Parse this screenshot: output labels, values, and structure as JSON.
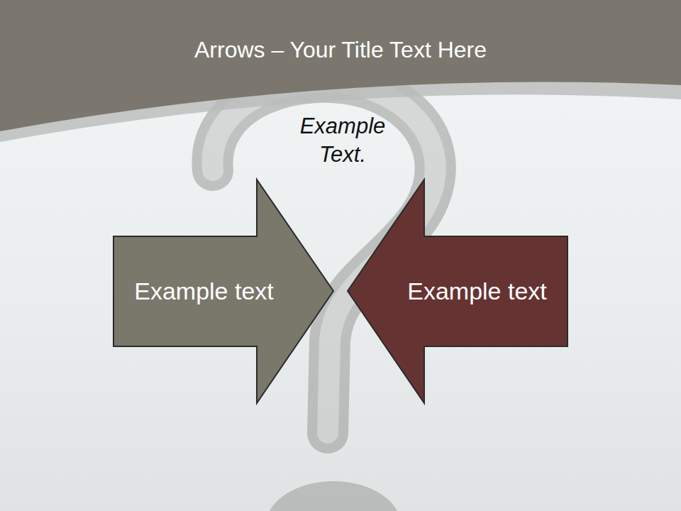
{
  "diagram": {
    "title": "Arrows – Your Title Text Here",
    "nodes": [
      {
        "text": [
          "Example text"
        ]
      },
      {
        "text": [
          "Example text"
        ]
      }
    ],
    "labels": [
      "Example Text."
    ]
  }
}
